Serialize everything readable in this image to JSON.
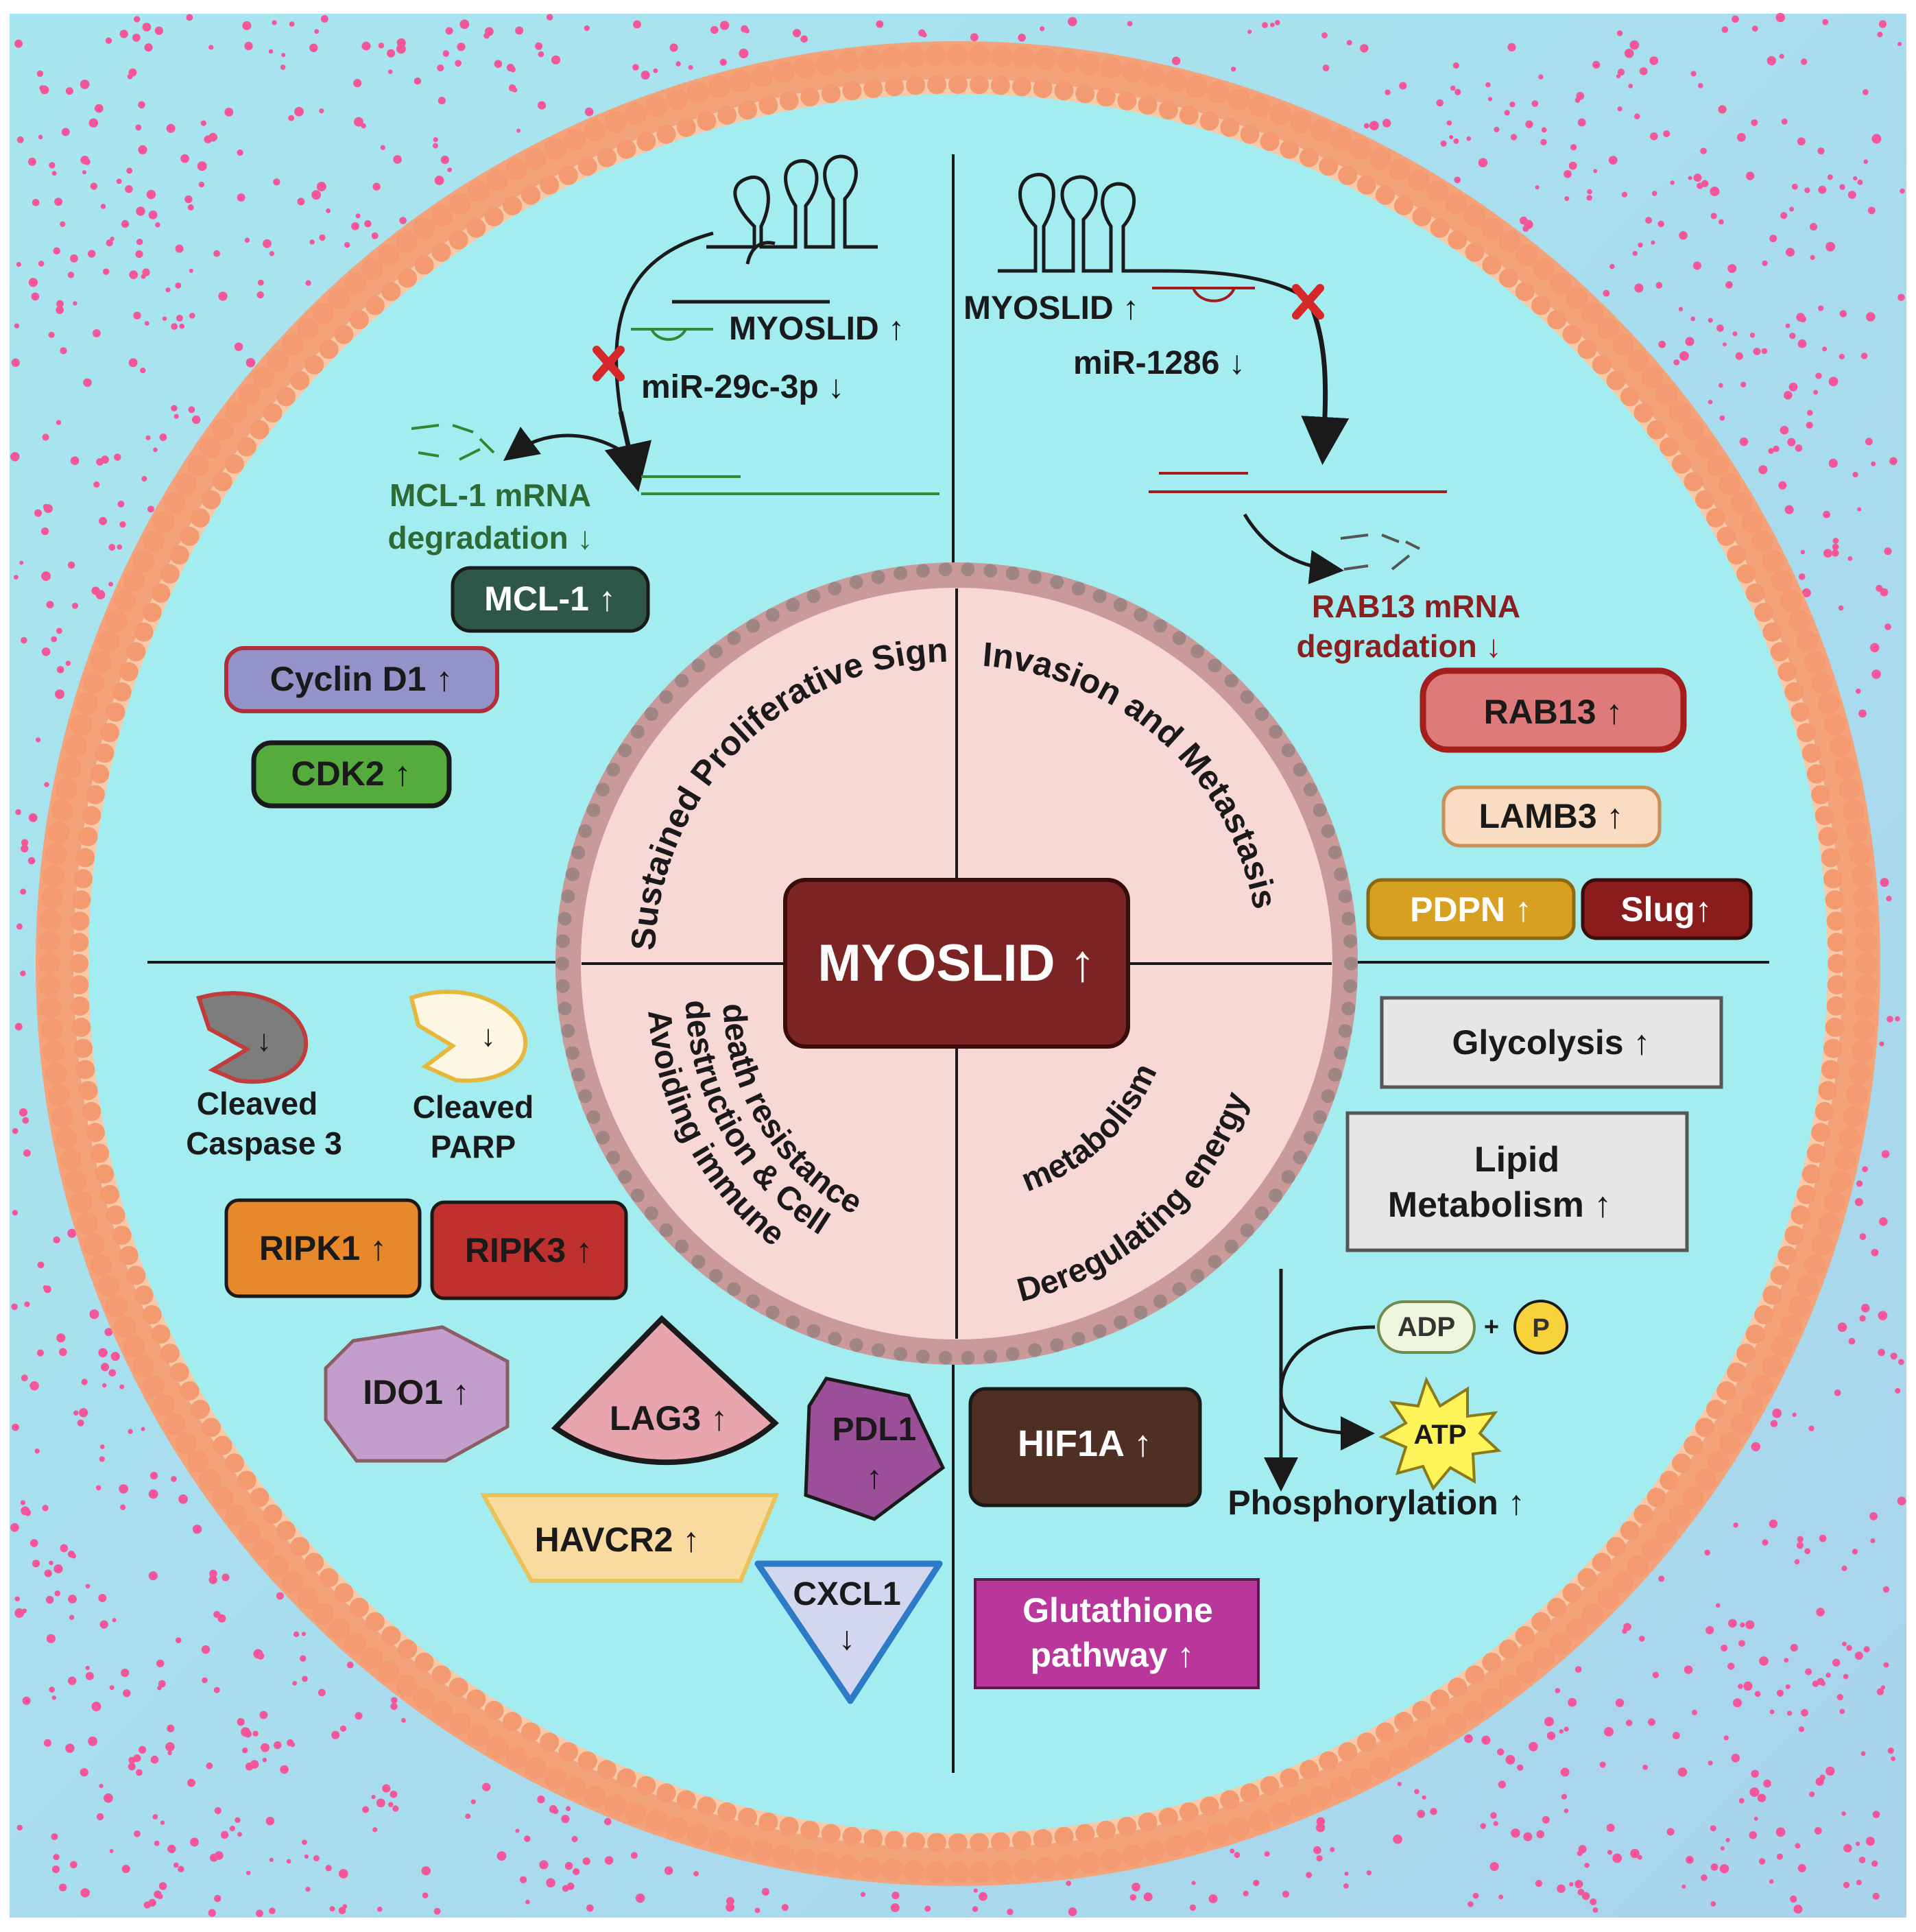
{
  "center": {
    "label": "MYOSLID ↑"
  },
  "hallmarks": {
    "q1": "Sustained Proliferative Signalling",
    "q2": "Invasion and Metastasis",
    "q3_line1": "Avoiding immune",
    "q3_line2": "destruction & Cell",
    "q3_line3": "death resistance",
    "q4_line1": "Deregulating energy",
    "q4_line2": "metabolism"
  },
  "top_left": {
    "myoslid": "MYOSLID ↑",
    "mirna": "miR-29c-3p ↓",
    "deg_line1": "MCL-1 mRNA",
    "deg_line2": "degradation ↓",
    "mcl1": "MCL-1 ↑",
    "cyclin": "Cyclin D1 ↑",
    "cdk2": "CDK2 ↑"
  },
  "top_right": {
    "myoslid": "MYOSLID ↑",
    "mirna": "miR-1286 ↓",
    "deg_line1": "RAB13 mRNA",
    "deg_line2": "degradation ↓",
    "rab13": "RAB13 ↑",
    "lamb3": "LAMB3 ↑",
    "pdpn": "PDPN ↑",
    "slug": "Slug↑"
  },
  "bottom_left": {
    "caspase_arrow": "↓",
    "caspase_line1": "Cleaved",
    "caspase_line2": "Caspase 3",
    "parp_arrow": "↓",
    "parp_line1": "Cleaved",
    "parp_line2": "PARP",
    "ripk1": "RIPK1 ↑",
    "ripk3": "RIPK3 ↑",
    "ido1": "IDO1 ↑",
    "lag3": "LAG3 ↑",
    "pdl1_line1": "PDL1",
    "pdl1_line2": "↑",
    "havcr2": "HAVCR2 ↑",
    "cxcl1_line1": "CXCL1",
    "cxcl1_line2": "↓"
  },
  "bottom_right": {
    "glycolysis": "Glycolysis ↑",
    "lipid_line1": "Lipid",
    "lipid_line2": "Metabolism ↑",
    "adp": "ADP",
    "plus": "+",
    "p": "P",
    "atp": "ATP",
    "phosphorylation": "Phosphorylation ↑",
    "hif1a": "HIF1A ↑",
    "glut_line1": "Glutathione",
    "glut_line2": "pathway ↑"
  },
  "colors": {
    "background": "#a9e3ee",
    "cytoplasm": "#a3ecf0",
    "membrane": "#f4a27a",
    "nucleus": "#f8d8d5",
    "myoslid_box": "#7c2424",
    "dot": "#f4569a"
  }
}
